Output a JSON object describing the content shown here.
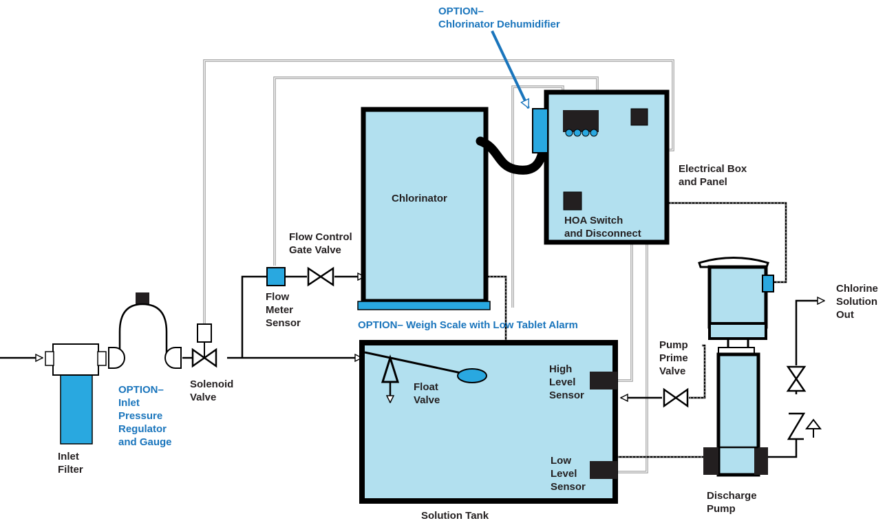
{
  "colors": {
    "tank_fill": "#b2e0ef",
    "accent_blue": "#1a75bc",
    "sensor_blue": "#29a8e0",
    "outline": "#000000",
    "wire_gray": "#9a9a9a"
  },
  "labels": {
    "dehumidifier": [
      "OPTION–",
      "Chlorinator Dehumidifier"
    ],
    "electrical_box": [
      "Electrical Box",
      "and Panel"
    ],
    "chlorinator": "Chlorinator",
    "hoa_switch": [
      "HOA Switch",
      "and Disconnect"
    ],
    "flow_control": [
      "Flow Control",
      "Gate Valve"
    ],
    "flow_meter": [
      "Flow",
      "Meter",
      "Sensor"
    ],
    "weigh_scale": "OPTION– Weigh Scale with Low Tablet Alarm",
    "chlorine_out": [
      "Chlorine",
      "Solution",
      "Out"
    ],
    "pump_prime": [
      "Pump",
      "Prime",
      "Valve"
    ],
    "high_level": [
      "High",
      "Level",
      "Sensor"
    ],
    "low_level": [
      "Low",
      "Level",
      "Sensor"
    ],
    "float_valve": [
      "Float",
      "Valve"
    ],
    "solenoid": [
      "Solenoid",
      "Valve"
    ],
    "pressure_reg": [
      "OPTION–",
      "Inlet",
      "Pressure",
      "Regulator",
      "and Gauge"
    ],
    "inlet_filter": [
      "Inlet",
      "Filter"
    ],
    "solution_tank": "Solution Tank",
    "discharge_pump": [
      "Discharge",
      "Pump"
    ]
  }
}
